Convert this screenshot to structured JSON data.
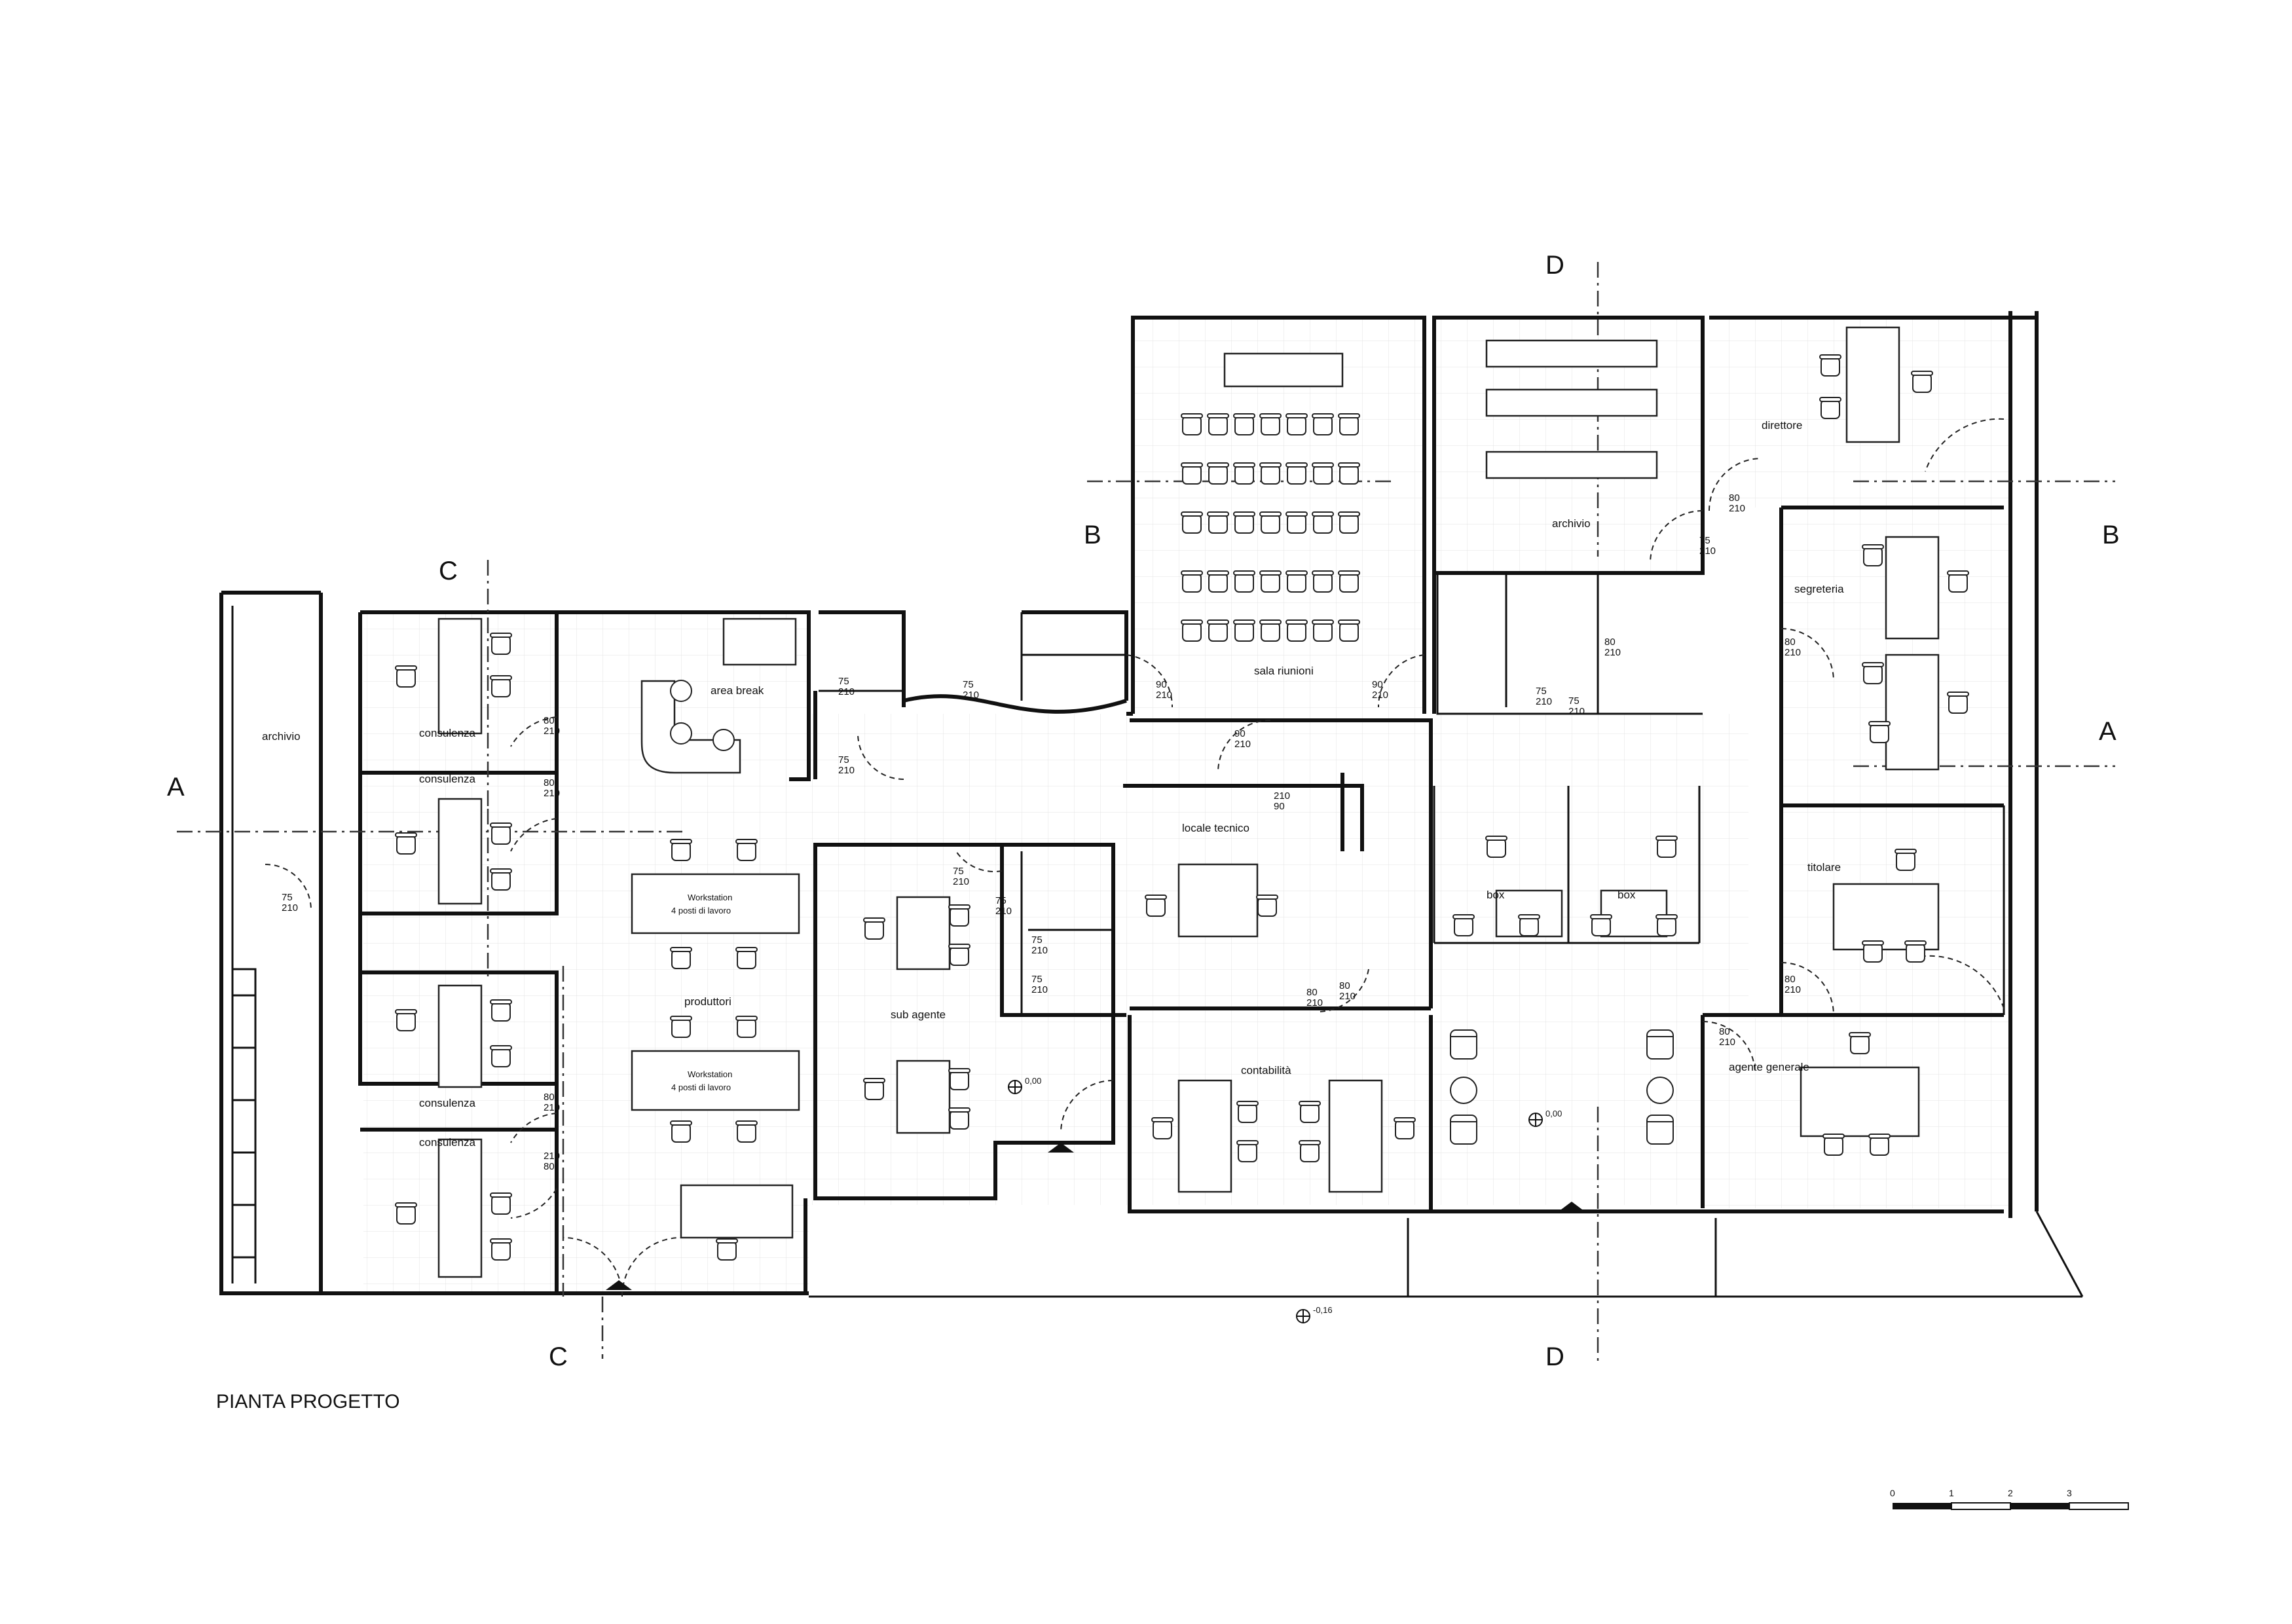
{
  "title": "PIANTA PROGETTO",
  "rooms": {
    "archivio_left": "archivio",
    "consulenza_1": "consulenza",
    "consulenza_2": "consulenza",
    "consulenza_3": "consulenza",
    "consulenza_4": "consulenza",
    "area_break": "area break",
    "produttori": "produttori",
    "workstation_1": "Workstation",
    "workstation_1_sub": "4 posti di lavoro",
    "workstation_2": "Workstation",
    "workstation_2_sub": "4 posti di lavoro",
    "sub_agente": "sub agente",
    "sala_riunioni": "sala riunioni",
    "archivio_top": "archivio",
    "locale_tecnico": "locale tecnico",
    "box_1": "box",
    "box_2": "box",
    "contabilita": "contabilità",
    "direttore": "direttore",
    "segreteria": "segreteria",
    "titolare": "titolare",
    "agente_generale": "agente generale"
  },
  "sections": {
    "A_left": "A",
    "A_right": "A",
    "B_left": "B",
    "B_right": "B",
    "C_top": "C",
    "C_bottom": "C",
    "D_top": "D",
    "D_bottom": "D"
  },
  "levels": {
    "sub_agente": "0,00",
    "hall": "0,00",
    "outside": "-0,16"
  },
  "doors": [
    {
      "w": "80",
      "h": "210"
    },
    {
      "w": "80",
      "h": "210"
    },
    {
      "w": "80",
      "h": "210"
    },
    {
      "w": "210",
      "h": "80"
    },
    {
      "w": "75",
      "h": "210"
    },
    {
      "w": "75",
      "h": "210"
    },
    {
      "w": "75",
      "h": "210"
    },
    {
      "w": "75",
      "h": "210"
    },
    {
      "w": "75",
      "h": "210"
    },
    {
      "w": "75",
      "h": "210"
    },
    {
      "w": "75",
      "h": "210"
    },
    {
      "w": "90",
      "h": "210"
    },
    {
      "w": "90",
      "h": "210"
    },
    {
      "w": "90",
      "h": "210"
    },
    {
      "w": "210",
      "h": "90"
    },
    {
      "w": "75",
      "h": "210"
    },
    {
      "w": "75",
      "h": "210"
    },
    {
      "w": "75",
      "h": "210"
    },
    {
      "w": "80",
      "h": "210"
    },
    {
      "w": "80",
      "h": "210"
    },
    {
      "w": "80",
      "h": "210"
    },
    {
      "w": "80",
      "h": "210"
    },
    {
      "w": "80",
      "h": "210"
    },
    {
      "w": "80",
      "h": "210"
    },
    {
      "w": "75",
      "h": "210"
    },
    {
      "w": "80",
      "h": "210"
    }
  ],
  "scale": {
    "ticks": [
      "0",
      "1",
      "2",
      "3"
    ]
  }
}
